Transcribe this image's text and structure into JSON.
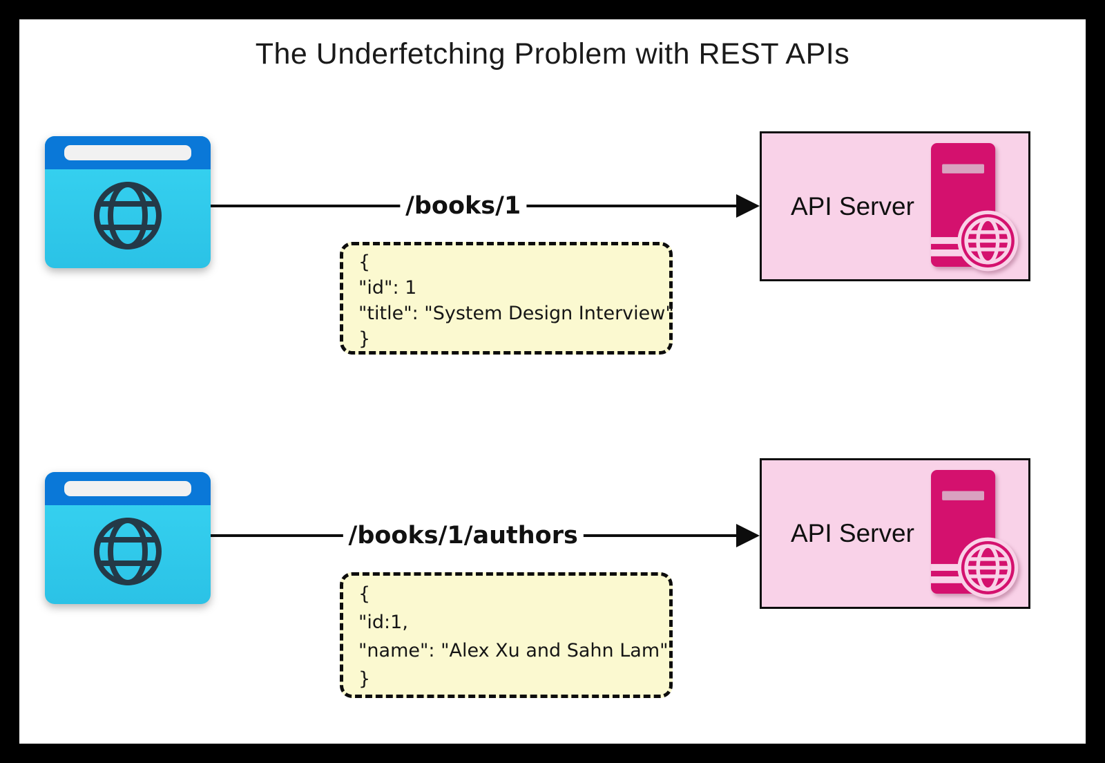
{
  "title": "The Underfetching Problem with REST APIs",
  "colors": {
    "frame": "#000000",
    "canvas_bg": "#ffffff",
    "browser_top_bar": "#0a78d8",
    "browser_body": "#31cdf0",
    "browser_globe": "#243947",
    "api_box_bg": "#f9d2e8",
    "api_box_border": "#0d0d0d",
    "server_icon": "#d4116e",
    "response_box_bg": "#fbf9d0",
    "response_box_border": "#0d0d0d",
    "connector_line": "#0d0d0d"
  },
  "icons": {
    "client": "browser-globe-icon",
    "server": "server-globe-icon"
  },
  "flows": [
    {
      "request_label": "/books/1",
      "server_label": "API Server",
      "response_lines": [
        "{",
        "\"id\": 1",
        "\"title\": \"System Design Interview\"",
        "}"
      ]
    },
    {
      "request_label": "/books/1/authors",
      "server_label": "API Server",
      "response_lines": [
        "{",
        "\"id:1,",
        "\"name\": \"Alex Xu and Sahn Lam\"",
        "}"
      ]
    }
  ]
}
